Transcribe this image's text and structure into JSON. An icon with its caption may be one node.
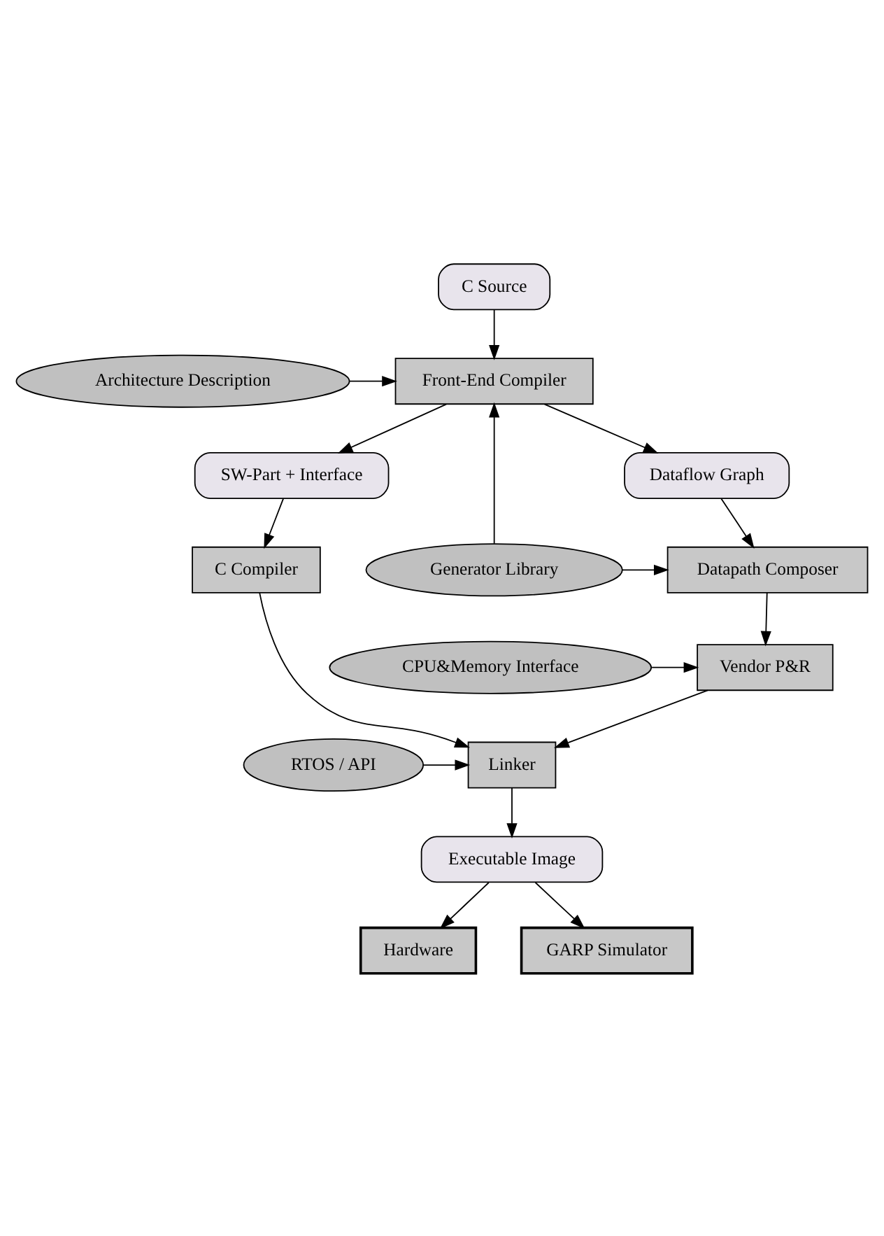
{
  "diagram": {
    "nodes": [
      {
        "text": [
          "C Source"
        ]
      },
      {
        "text": [
          "Front-End Compiler"
        ]
      },
      {
        "text": [
          "Architecture Description"
        ]
      },
      {
        "text": [
          "SW-Part + Interface"
        ]
      },
      {
        "text": [
          "Dataflow Graph"
        ]
      },
      {
        "text": [
          "C Compiler"
        ]
      },
      {
        "text": [
          "Datapath Composer"
        ]
      },
      {
        "text": [
          "Generator Library"
        ]
      },
      {
        "text": [
          "Vendor P&R"
        ]
      },
      {
        "text": [
          "CPU&Memory Interface"
        ]
      },
      {
        "text": [
          "Linker"
        ]
      },
      {
        "text": [
          "RTOS / API"
        ]
      },
      {
        "text": [
          "Executable Image"
        ]
      },
      {
        "text": [
          "Hardware"
        ]
      },
      {
        "text": [
          "GARP Simulator"
        ]
      }
    ],
    "edges": [
      {
        "from": 0,
        "to": 1,
        "arrow": "to"
      },
      {
        "from": 2,
        "to": 1,
        "arrow": "to"
      },
      {
        "from": 1,
        "to": 3,
        "arrow": "to"
      },
      {
        "from": 1,
        "to": 4,
        "arrow": "to"
      },
      {
        "from": 7,
        "to": 1,
        "arrow": "to"
      },
      {
        "from": 3,
        "to": 5,
        "arrow": "to"
      },
      {
        "from": 4,
        "to": 6,
        "arrow": "to"
      },
      {
        "from": 7,
        "to": 6,
        "arrow": "to"
      },
      {
        "from": 6,
        "to": 8,
        "arrow": "to"
      },
      {
        "from": 9,
        "to": 8,
        "arrow": "to"
      },
      {
        "from": 5,
        "to": 10,
        "arrow": "to"
      },
      {
        "from": 8,
        "to": 10,
        "arrow": "to"
      },
      {
        "from": 11,
        "to": 10,
        "arrow": "to"
      },
      {
        "from": 10,
        "to": 12,
        "arrow": "to"
      },
      {
        "from": 12,
        "to": 13,
        "arrow": "to"
      },
      {
        "from": 12,
        "to": 14,
        "arrow": "to"
      }
    ]
  }
}
